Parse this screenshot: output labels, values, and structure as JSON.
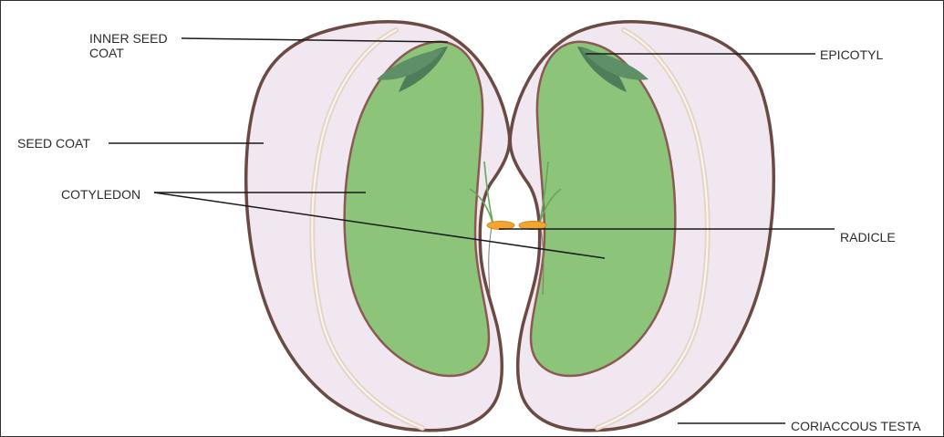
{
  "labels": {
    "inner_seed_coat": "INNER SEED COAT",
    "seed_coat": "SEED COAT",
    "cotyledon": "COTYLEDON",
    "epicotyl": "EPICOTYL",
    "radicle": "RADICLE",
    "coriaccous_testa": "CORIACCOUS TESTA"
  },
  "colors": {
    "seed_coat_fill": "#f1e7f0",
    "seed_coat_outline": "#6b4a44",
    "inner_seed_coat_stroke": "#e8d8c8",
    "cotyledon_fill": "#8cc47a",
    "cotyledon_outline": "#8a5a52",
    "epicotyl_leaf": "#4f7d59",
    "radicle": "#f2a531",
    "leader_line": "#1a1a1a"
  }
}
